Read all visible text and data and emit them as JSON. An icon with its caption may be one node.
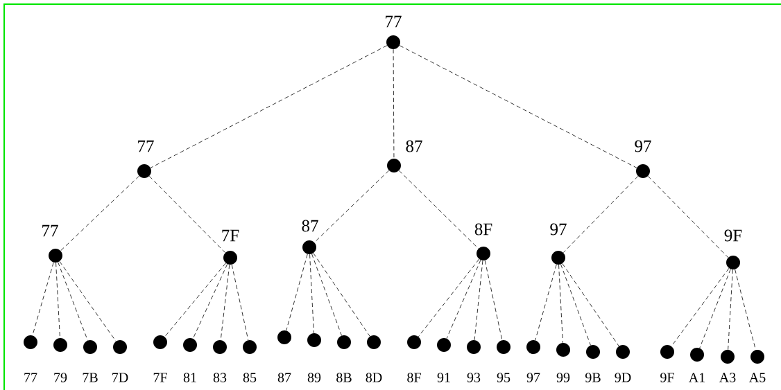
{
  "diagram": {
    "nodes": [
      {
        "text": [
          "77"
        ]
      },
      {
        "text": [
          "77"
        ]
      },
      {
        "text": [
          "87"
        ]
      },
      {
        "text": [
          "97"
        ]
      },
      {
        "text": [
          "77"
        ]
      },
      {
        "text": [
          "7F"
        ]
      },
      {
        "text": [
          "87"
        ]
      },
      {
        "text": [
          "8F"
        ]
      },
      {
        "text": [
          "97"
        ]
      },
      {
        "text": [
          "9F"
        ]
      },
      {
        "text": [
          "77"
        ]
      },
      {
        "text": [
          "79"
        ]
      },
      {
        "text": [
          "7B"
        ]
      },
      {
        "text": [
          "7D"
        ]
      },
      {
        "text": [
          "7F"
        ]
      },
      {
        "text": [
          "81"
        ]
      },
      {
        "text": [
          "83"
        ]
      },
      {
        "text": [
          "85"
        ]
      },
      {
        "text": [
          "87"
        ]
      },
      {
        "text": [
          "89"
        ]
      },
      {
        "text": [
          "8B"
        ]
      },
      {
        "text": [
          "8D"
        ]
      },
      {
        "text": [
          "8F"
        ]
      },
      {
        "text": [
          "91"
        ]
      },
      {
        "text": [
          "93"
        ]
      },
      {
        "text": [
          "95"
        ]
      },
      {
        "text": [
          "97"
        ]
      },
      {
        "text": [
          "99"
        ]
      },
      {
        "text": [
          "9B"
        ]
      },
      {
        "text": [
          "9D"
        ]
      },
      {
        "text": [
          "9F"
        ]
      },
      {
        "text": [
          "A1"
        ]
      },
      {
        "text": [
          "A3"
        ]
      },
      {
        "text": [
          "A5"
        ]
      }
    ],
    "edges": [
      {
        "from": 0,
        "to": 1,
        "arrow": "none",
        "style": "dashed"
      },
      {
        "from": 0,
        "to": 2,
        "arrow": "none",
        "style": "dashed"
      },
      {
        "from": 0,
        "to": 3,
        "arrow": "none",
        "style": "dashed"
      },
      {
        "from": 1,
        "to": 4,
        "arrow": "none",
        "style": "dashed"
      },
      {
        "from": 1,
        "to": 5,
        "arrow": "none",
        "style": "dashed"
      },
      {
        "from": 2,
        "to": 6,
        "arrow": "none",
        "style": "dashed"
      },
      {
        "from": 2,
        "to": 7,
        "arrow": "none",
        "style": "dashed"
      },
      {
        "from": 3,
        "to": 8,
        "arrow": "none",
        "style": "dashed"
      },
      {
        "from": 3,
        "to": 9,
        "arrow": "none",
        "style": "dashed"
      },
      {
        "from": 4,
        "to": 10,
        "arrow": "none",
        "style": "dashed"
      },
      {
        "from": 4,
        "to": 11,
        "arrow": "none",
        "style": "dashed"
      },
      {
        "from": 4,
        "to": 12,
        "arrow": "none",
        "style": "dashed"
      },
      {
        "from": 4,
        "to": 13,
        "arrow": "none",
        "style": "dashed"
      },
      {
        "from": 5,
        "to": 14,
        "arrow": "none",
        "style": "dashed"
      },
      {
        "from": 5,
        "to": 15,
        "arrow": "none",
        "style": "dashed"
      },
      {
        "from": 5,
        "to": 16,
        "arrow": "none",
        "style": "dashed"
      },
      {
        "from": 5,
        "to": 17,
        "arrow": "none",
        "style": "dashed"
      },
      {
        "from": 6,
        "to": 18,
        "arrow": "none",
        "style": "dashed"
      },
      {
        "from": 6,
        "to": 19,
        "arrow": "none",
        "style": "dashed"
      },
      {
        "from": 6,
        "to": 20,
        "arrow": "none",
        "style": "dashed"
      },
      {
        "from": 6,
        "to": 21,
        "arrow": "none",
        "style": "dashed"
      },
      {
        "from": 7,
        "to": 22,
        "arrow": "none",
        "style": "dashed"
      },
      {
        "from": 7,
        "to": 23,
        "arrow": "none",
        "style": "dashed"
      },
      {
        "from": 7,
        "to": 24,
        "arrow": "none",
        "style": "dashed"
      },
      {
        "from": 7,
        "to": 25,
        "arrow": "none",
        "style": "dashed"
      },
      {
        "from": 8,
        "to": 26,
        "arrow": "none",
        "style": "dashed"
      },
      {
        "from": 8,
        "to": 27,
        "arrow": "none",
        "style": "dashed"
      },
      {
        "from": 8,
        "to": 28,
        "arrow": "none",
        "style": "dashed"
      },
      {
        "from": 8,
        "to": 29,
        "arrow": "none",
        "style": "dashed"
      },
      {
        "from": 9,
        "to": 30,
        "arrow": "none",
        "style": "dashed"
      },
      {
        "from": 9,
        "to": 31,
        "arrow": "none",
        "style": "dashed"
      },
      {
        "from": 9,
        "to": 32,
        "arrow": "none",
        "style": "dashed"
      },
      {
        "from": 9,
        "to": 33,
        "arrow": "none",
        "style": "dashed"
      }
    ]
  }
}
